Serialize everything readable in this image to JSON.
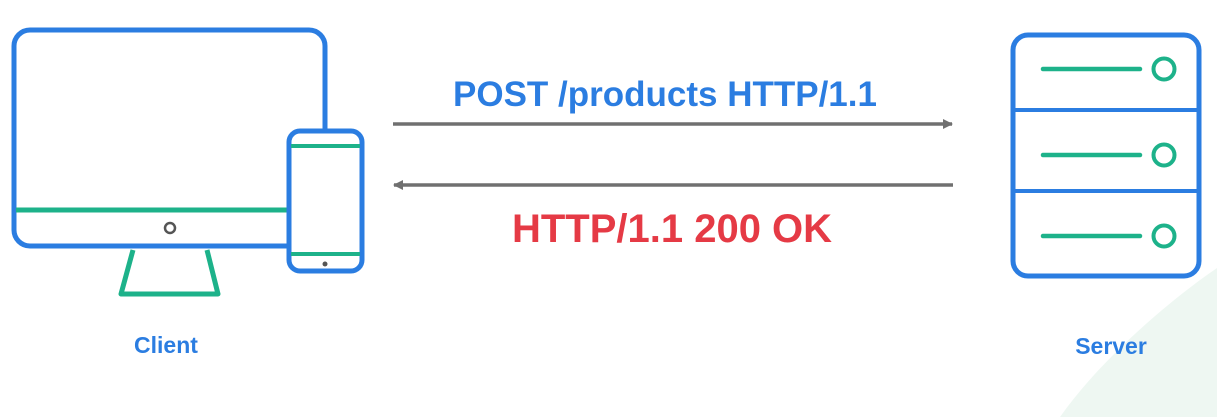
{
  "client": {
    "label": "Client"
  },
  "server": {
    "label": "Server"
  },
  "request": {
    "text": "POST /products HTTP/1.1"
  },
  "response": {
    "text": "HTTP/1.1 200 OK"
  },
  "colors": {
    "blue": "#2b7de1",
    "green": "#1db28a",
    "red": "#e53a45",
    "arrow": "#707070",
    "corner_tint": "#eef7f2"
  }
}
